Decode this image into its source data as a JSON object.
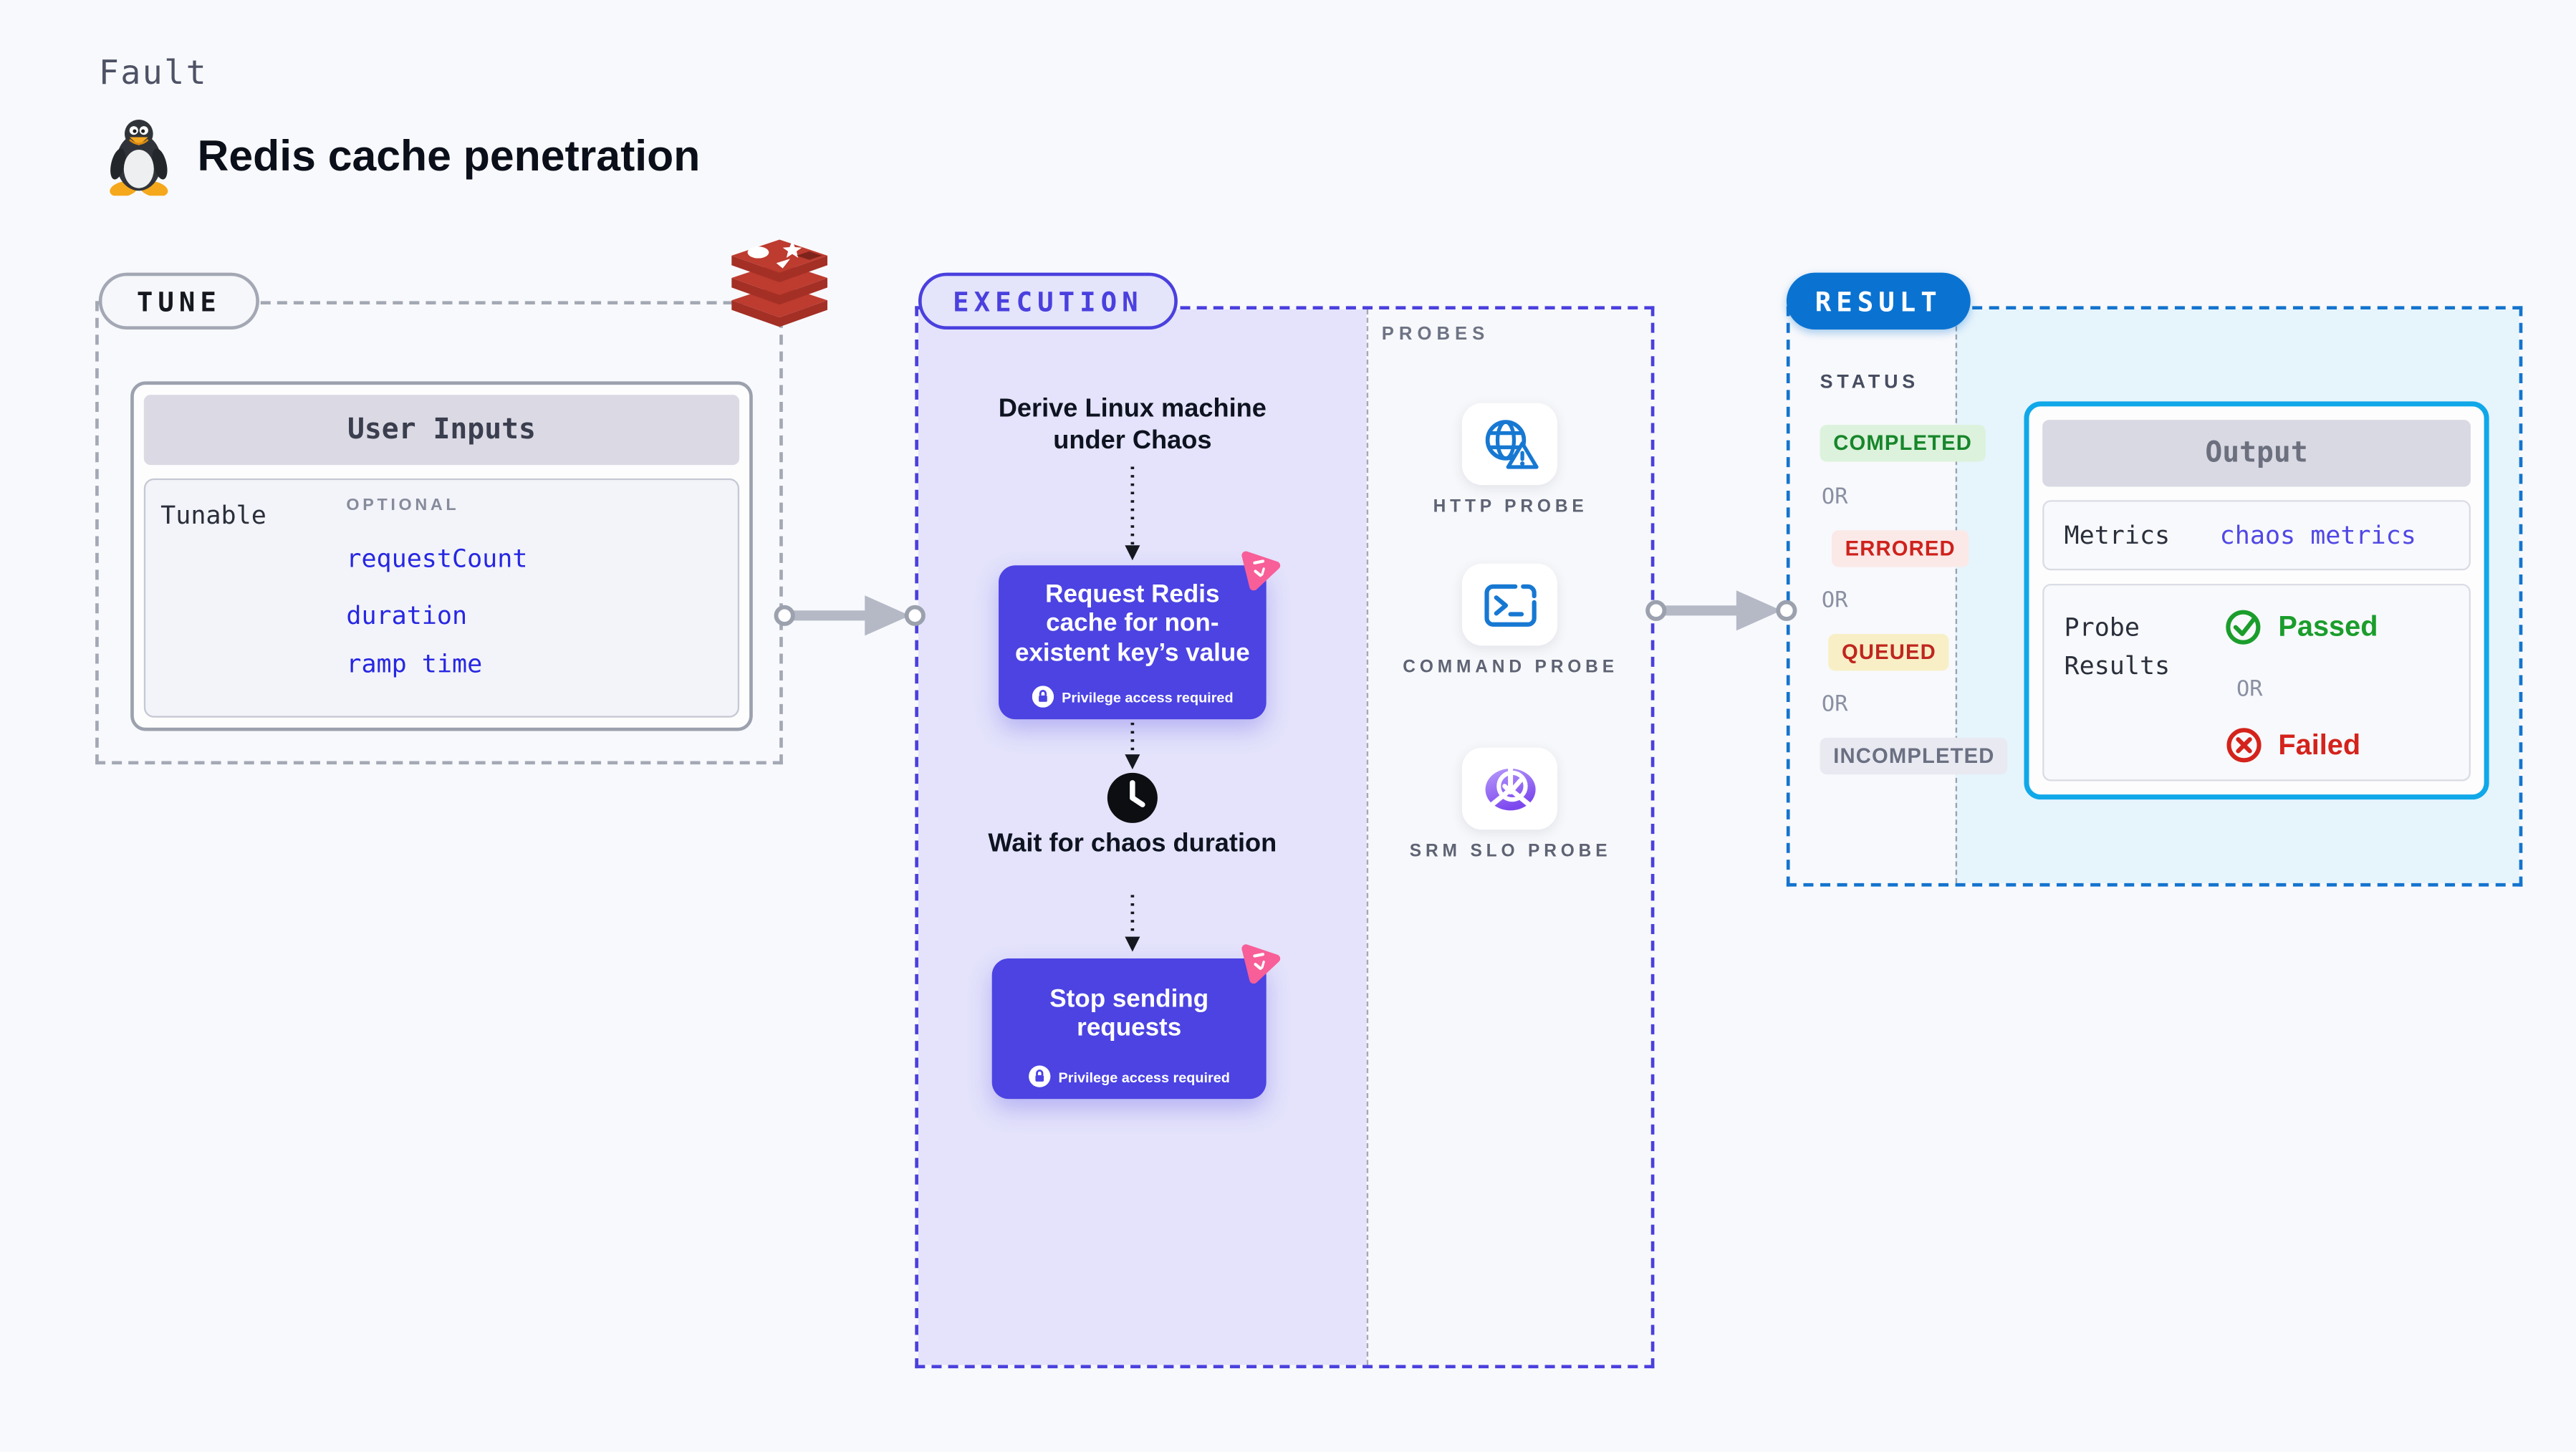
{
  "header": {
    "fault_label": "Fault",
    "title": "Redis cache penetration"
  },
  "tune": {
    "pill": "TUNE",
    "card_title": "User Inputs",
    "row_label": "Tunable",
    "optional_label": "OPTIONAL",
    "params": [
      "requestCount",
      "duration",
      "ramp time"
    ]
  },
  "execution": {
    "pill": "EXECUTION",
    "step1": "Derive Linux machine under Chaos",
    "node1": "Request Redis cache for non-existent key’s value",
    "wait": "Wait for chaos duration",
    "node2": "Stop sending requests",
    "privilege_note": "Privilege access required"
  },
  "probes": {
    "label": "PROBES",
    "items": [
      {
        "label": "HTTP PROBE",
        "icon": "globe-warning-icon"
      },
      {
        "label": "COMMAND PROBE",
        "icon": "terminal-icon"
      },
      {
        "label": "SRM SLO PROBE",
        "icon": "slo-donut-check-icon"
      }
    ]
  },
  "result": {
    "pill": "RESULT",
    "status_label": "STATUS",
    "or_label": "OR",
    "statuses": [
      {
        "label": "COMPLETED",
        "bg": "#DCF2DC",
        "color": "#17862B"
      },
      {
        "label": "ERRORED",
        "bg": "#FBE9E8",
        "color": "#CE221C"
      },
      {
        "label": "QUEUED",
        "bg": "#F9EFC6",
        "color": "#BF271E"
      },
      {
        "label": "INCOMPLETED",
        "bg": "#E9E9F1",
        "color": "#6A7082"
      }
    ],
    "output": {
      "title": "Output",
      "metrics_label": "Metrics",
      "metrics_value": "chaos metrics",
      "probe_results_label": "Probe Results",
      "passed_label": "Passed",
      "or_label": "OR",
      "failed_label": "Failed"
    }
  },
  "colors": {
    "page_bg": "#F8F9FC",
    "execution_accent": "#4A40DE",
    "execution_panel_bg": "#E4E3FB",
    "node_bg": "#4C43E2",
    "chaos_badge_pink": "#F85E97",
    "result_accent": "#1474CE",
    "result_pill_bg": "#0A73D2",
    "result_panel_bg": "#E6F4FC",
    "output_border": "#10A8E8",
    "probe_icon_blue": "#1778D2",
    "passed_green": "#1B9D2C",
    "failed_red": "#D4231C",
    "link_blue": "#2727E2",
    "connector_gray": "#B5B9C6",
    "redis_red": "#BD3B2F"
  }
}
